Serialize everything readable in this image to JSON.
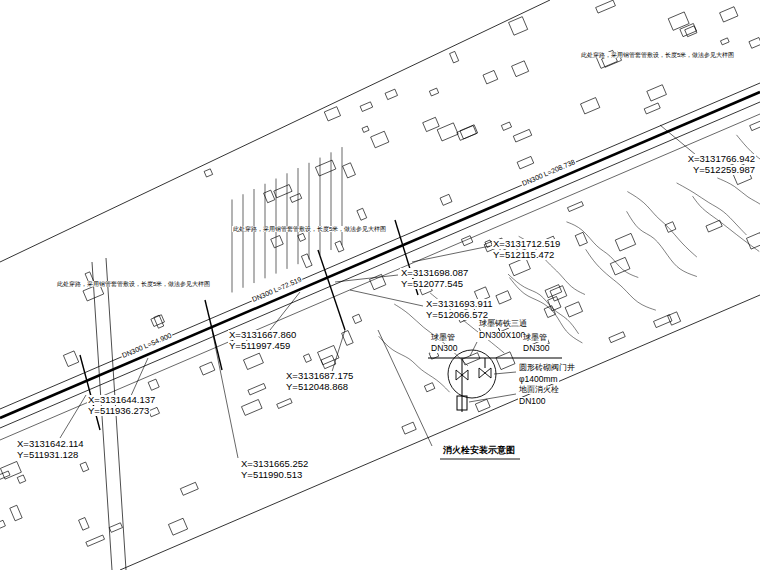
{
  "diagram": {
    "labels": [
      "此处穿路，采用钢管套管敷设，长度5米，做法参见大样图",
      "此处穿路，采用钢管套管敷设，长度5米，做法参见大样图",
      "此处穿路，采用钢管套管敷设，长度5米，做法参见大样图",
      "DN300 L=208.738",
      "DN300 L=72.519",
      "DN300 L=54.900",
      "X=3131766.942",
      "Y=512259.987",
      "X=3131712.519",
      "Y=512115.472",
      "X=3131698.087",
      "Y=512077.545",
      "X=3131693.911",
      "Y=512066.572",
      "X=3131667.860",
      "Y=511997.459",
      "X=3131687.175",
      "Y=512048.868",
      "X=3131644.137",
      "Y=511936.273",
      "X=3131642.114",
      "Y=511931.128",
      "X=3131665.252",
      "Y=511990.513",
      "球墨铸铁三通",
      "DN300X100",
      "球墨管",
      "DN300",
      "球墨管",
      "DN300",
      "圆形砖砌阀门井",
      "φ1400mm",
      "地面消火栓",
      "DN100",
      "消火栓安装示意图"
    ]
  }
}
